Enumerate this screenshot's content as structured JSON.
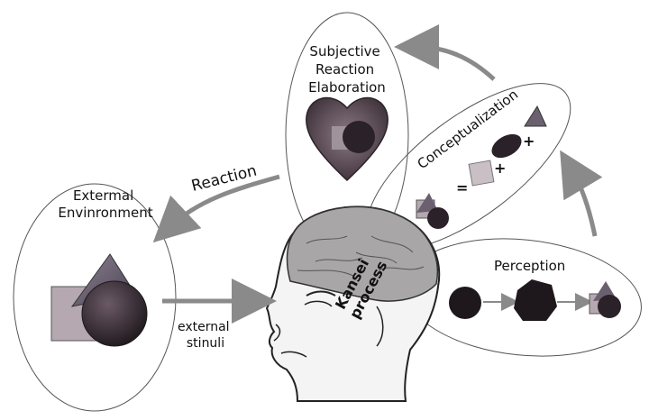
{
  "labels": {
    "external_environment_line1": "Extermal",
    "external_environment_line2": "Envinronment",
    "subjective_line1": "Subjective",
    "subjective_line2": "Reaction",
    "subjective_line3": "Elaboration",
    "conceptualization": "Conceptualization",
    "perception": "Perception",
    "reaction": "Reaction",
    "external_stimuli_line1": "external",
    "external_stimuli_line2": "stinuli",
    "kansei_line1": "Kansei",
    "kansei_line2": "process"
  },
  "symbols": {
    "plus": "+",
    "equals": "="
  },
  "icons": [
    "heart-icon",
    "brain-head-illustration",
    "cube-icon",
    "cone-icon",
    "cylinder-icon",
    "sphere-icon",
    "arrow-icon"
  ],
  "colors": {
    "ellipse_stroke": "#555555",
    "arrow": "#8a8a8a",
    "shape_dark": "#2a2228",
    "shape_mid": "#6b6070",
    "cube": "#b5a8b0"
  }
}
